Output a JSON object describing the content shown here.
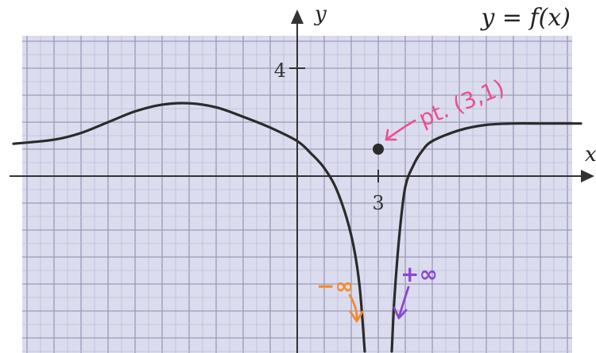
{
  "chart_data": {
    "type": "line",
    "title": "y = f(x)",
    "xlabel": "x",
    "ylabel": "y",
    "xlim": [
      -10.5,
      10.5
    ],
    "ylim": [
      -6.5,
      5.5
    ],
    "grid": true,
    "tick_labels": {
      "x": [
        {
          "value": 3,
          "label": "3"
        }
      ],
      "y": [
        {
          "value": 4,
          "label": "4"
        }
      ]
    },
    "vertical_asymptote": 3,
    "series": [
      {
        "segment": "left branch",
        "x": [
          -10.5,
          -9,
          -8,
          -7,
          -6,
          -5,
          -4,
          -3,
          -2,
          -1,
          0,
          0.5,
          1,
          1.5,
          2,
          2.3,
          2.5
        ],
        "y": [
          1.2,
          1.35,
          1.6,
          2.0,
          2.4,
          2.65,
          2.7,
          2.55,
          2.2,
          1.8,
          1.3,
          0.85,
          0.3,
          -0.6,
          -2.2,
          -4.0,
          -6.5
        ]
      },
      {
        "segment": "right branch",
        "x": [
          3.5,
          3.6,
          3.8,
          4.0,
          4.3,
          4.6,
          5,
          6,
          7,
          8,
          9,
          10.5
        ],
        "y": [
          -6.5,
          -4.5,
          -2.0,
          -0.4,
          0.4,
          0.9,
          1.3,
          1.7,
          1.9,
          1.95,
          1.95,
          1.95
        ]
      }
    ],
    "points": [
      {
        "x": 3,
        "y": 1
      }
    ],
    "annotations": [
      {
        "text": "pt. (3,1)",
        "color": "#e8508f",
        "target": {
          "x": 3,
          "y": 1
        }
      },
      {
        "text": "−∞",
        "color": "#f28a2e",
        "target": {
          "x": 2.5,
          "y": -6
        }
      },
      {
        "text": "+∞",
        "color": "#8a45d6",
        "target": {
          "x": 3.5,
          "y": -6
        }
      }
    ]
  }
}
